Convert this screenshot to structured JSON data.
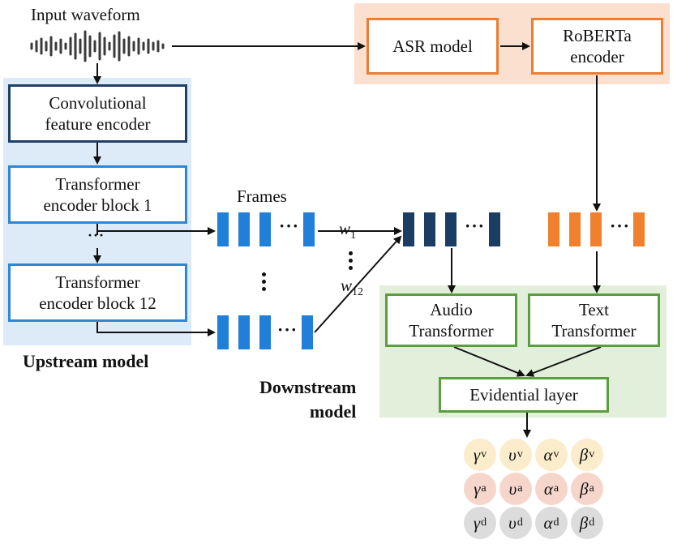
{
  "labels": {
    "input_waveform": "Input waveform",
    "frames": "Frames",
    "upstream_model": "Upstream model",
    "downstream_model_line1": "Downstream",
    "downstream_model_line2": "model",
    "w1_base": "w",
    "w1_sub": "1",
    "w12_base": "w",
    "w12_sub": "12"
  },
  "boxes": {
    "asr": "ASR model",
    "roberta_line1": "RoBERTa",
    "roberta_line2": "encoder",
    "conv_line1": "Convolutional",
    "conv_line2": "feature encoder",
    "tb1_line1": "Transformer",
    "tb1_line2": "encoder block 1",
    "tb12_line1": "Transformer",
    "tb12_line2": "encoder block 12",
    "audio_line1": "Audio",
    "audio_line2": "Transformer",
    "text_line1": "Text",
    "text_line2": "Transformer",
    "evidential": "Evidential layer"
  },
  "outputs": {
    "rows": [
      {
        "sub": "v",
        "symbols": [
          "γ",
          "υ",
          "α",
          "β"
        ]
      },
      {
        "sub": "a",
        "symbols": [
          "γ",
          "υ",
          "α",
          "β"
        ]
      },
      {
        "sub": "d",
        "symbols": [
          "γ",
          "υ",
          "α",
          "β"
        ]
      }
    ]
  },
  "colors": {
    "upstream_bg": "#ddeaf7",
    "asr_bg": "#fbe0d0",
    "downstream_bg": "#e2efda",
    "frame_light_blue": "#1f7fd9",
    "frame_dark_blue": "#1b3d63",
    "frame_orange": "#f07f2e",
    "dark_navy": "#1f3f66",
    "green": "#5a9f3c",
    "orange": "#ed7d31"
  }
}
